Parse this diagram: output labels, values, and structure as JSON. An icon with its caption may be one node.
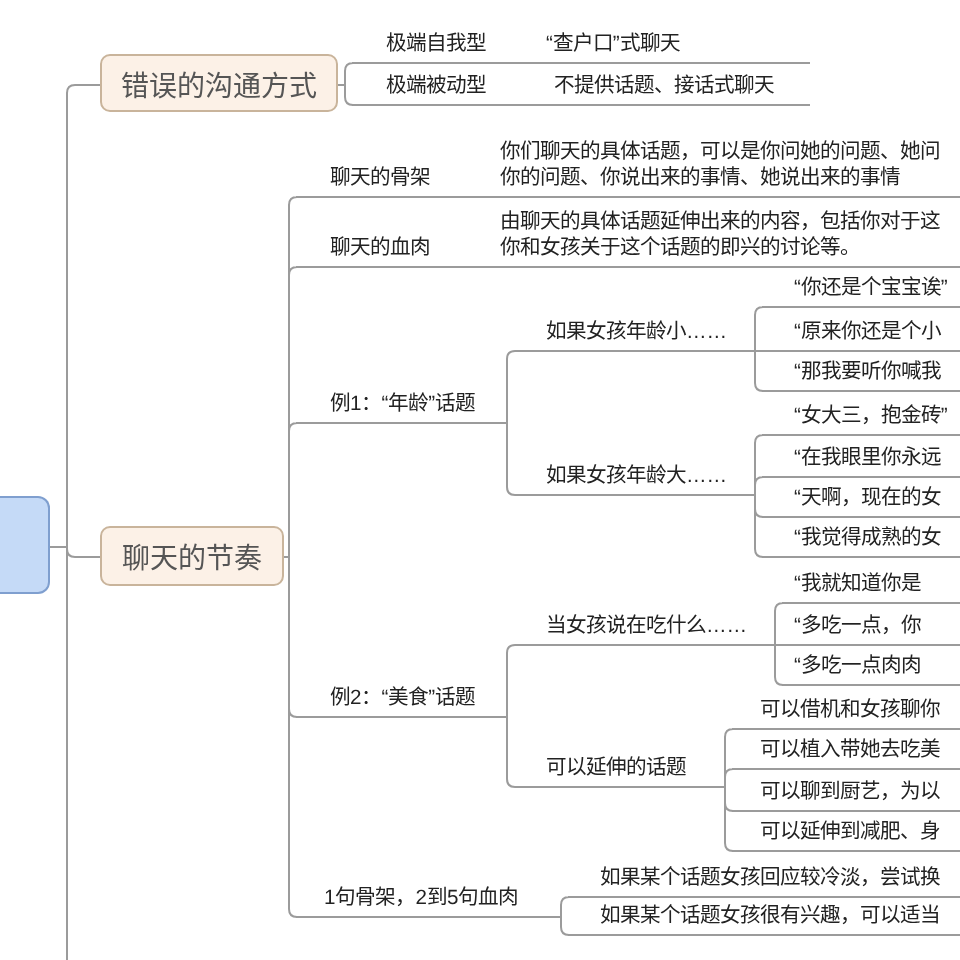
{
  "diagram": {
    "nodes": [
      {
        "text": [],
        "shape": "box"
      },
      {
        "text": [
          "错误的沟通方式"
        ]
      },
      {
        "text": [
          "极端自我型"
        ]
      },
      {
        "text": [
          "“查户口”式聊天"
        ]
      },
      {
        "text": [
          "极端被动型"
        ]
      },
      {
        "text": [
          "不提供话题、接话式聊天"
        ]
      },
      {
        "text": [
          "聊天的节奏"
        ]
      },
      {
        "text": [
          "聊天的骨架"
        ]
      },
      {
        "text": [
          "你们聊天的具体话题，可以是你问她的问题、她问你的问题、你说出来的事情、她说出来的事情"
        ]
      },
      {
        "text": [
          "聊天的血肉"
        ]
      },
      {
        "text": [
          "由聊天的具体话题延伸出来的内容，包括你对于这你和女孩关于这个话题的即兴的讨论等。"
        ]
      },
      {
        "text": [
          "例1：“年龄”话题"
        ]
      },
      {
        "text": [
          "如果女孩年龄小……"
        ]
      },
      {
        "text": [
          "“你还是个宝宝诶”"
        ]
      },
      {
        "text": [
          "“原来你还是个小"
        ]
      },
      {
        "text": [
          "“那我要听你喊我"
        ]
      },
      {
        "text": [
          "如果女孩年龄大……"
        ]
      },
      {
        "text": [
          "“女大三，抱金砖”"
        ]
      },
      {
        "text": [
          "“在我眼里你永远"
        ]
      },
      {
        "text": [
          "“天啊，现在的女"
        ]
      },
      {
        "text": [
          "“我觉得成熟的女"
        ]
      },
      {
        "text": [
          "例2：“美食”话题"
        ]
      },
      {
        "text": [
          "当女孩说在吃什么……"
        ]
      },
      {
        "text": [
          "“我就知道你是"
        ]
      },
      {
        "text": [
          "“多吃一点，你"
        ]
      },
      {
        "text": [
          "“多吃一点肉肉"
        ]
      },
      {
        "text": [
          "可以延伸的话题"
        ]
      },
      {
        "text": [
          "可以借机和女孩聊你"
        ]
      },
      {
        "text": [
          "可以植入带她去吃美"
        ]
      },
      {
        "text": [
          "可以聊到厨艺，为以"
        ]
      },
      {
        "text": [
          "可以延伸到减肥、身"
        ]
      },
      {
        "text": [
          "1句骨架，2到5句血肉"
        ]
      },
      {
        "text": [
          "如果某个话题女孩回应较冷淡，尝试换"
        ]
      },
      {
        "text": [
          "如果某个话题女孩很有兴趣，可以适当"
        ]
      }
    ],
    "edges": [
      {
        "from": 0,
        "to": 1,
        "arrow": "none"
      },
      {
        "from": 0,
        "to": 6,
        "arrow": "none"
      },
      {
        "from": 0,
        "to": null,
        "arrow": "none"
      },
      {
        "from": 1,
        "to": 2,
        "arrow": "none"
      },
      {
        "from": 1,
        "to": 4,
        "arrow": "none"
      },
      {
        "from": 2,
        "to": 3,
        "arrow": "none"
      },
      {
        "from": 4,
        "to": 5,
        "arrow": "none"
      },
      {
        "from": 6,
        "to": 7,
        "arrow": "none"
      },
      {
        "from": 6,
        "to": 9,
        "arrow": "none"
      },
      {
        "from": 6,
        "to": 11,
        "arrow": "none"
      },
      {
        "from": 6,
        "to": 21,
        "arrow": "none"
      },
      {
        "from": 6,
        "to": 31,
        "arrow": "none"
      },
      {
        "from": 7,
        "to": 8,
        "arrow": "none"
      },
      {
        "from": 9,
        "to": 10,
        "arrow": "none"
      },
      {
        "from": 11,
        "to": 12,
        "arrow": "none"
      },
      {
        "from": 11,
        "to": 16,
        "arrow": "none"
      },
      {
        "from": 12,
        "to": 13,
        "arrow": "none"
      },
      {
        "from": 12,
        "to": 14,
        "arrow": "none"
      },
      {
        "from": 12,
        "to": 15,
        "arrow": "none"
      },
      {
        "from": 16,
        "to": 17,
        "arrow": "none"
      },
      {
        "from": 16,
        "to": 18,
        "arrow": "none"
      },
      {
        "from": 16,
        "to": 19,
        "arrow": "none"
      },
      {
        "from": 16,
        "to": 20,
        "arrow": "none"
      },
      {
        "from": 21,
        "to": 22,
        "arrow": "none"
      },
      {
        "from": 21,
        "to": 26,
        "arrow": "none"
      },
      {
        "from": 22,
        "to": 23,
        "arrow": "none"
      },
      {
        "from": 22,
        "to": 24,
        "arrow": "none"
      },
      {
        "from": 22,
        "to": 25,
        "arrow": "none"
      },
      {
        "from": 26,
        "to": 27,
        "arrow": "none"
      },
      {
        "from": 26,
        "to": 28,
        "arrow": "none"
      },
      {
        "from": 26,
        "to": 29,
        "arrow": "none"
      },
      {
        "from": 26,
        "to": 30,
        "arrow": "none"
      },
      {
        "from": 31,
        "to": 32,
        "arrow": "none"
      },
      {
        "from": 31,
        "to": 33,
        "arrow": "none"
      }
    ]
  }
}
